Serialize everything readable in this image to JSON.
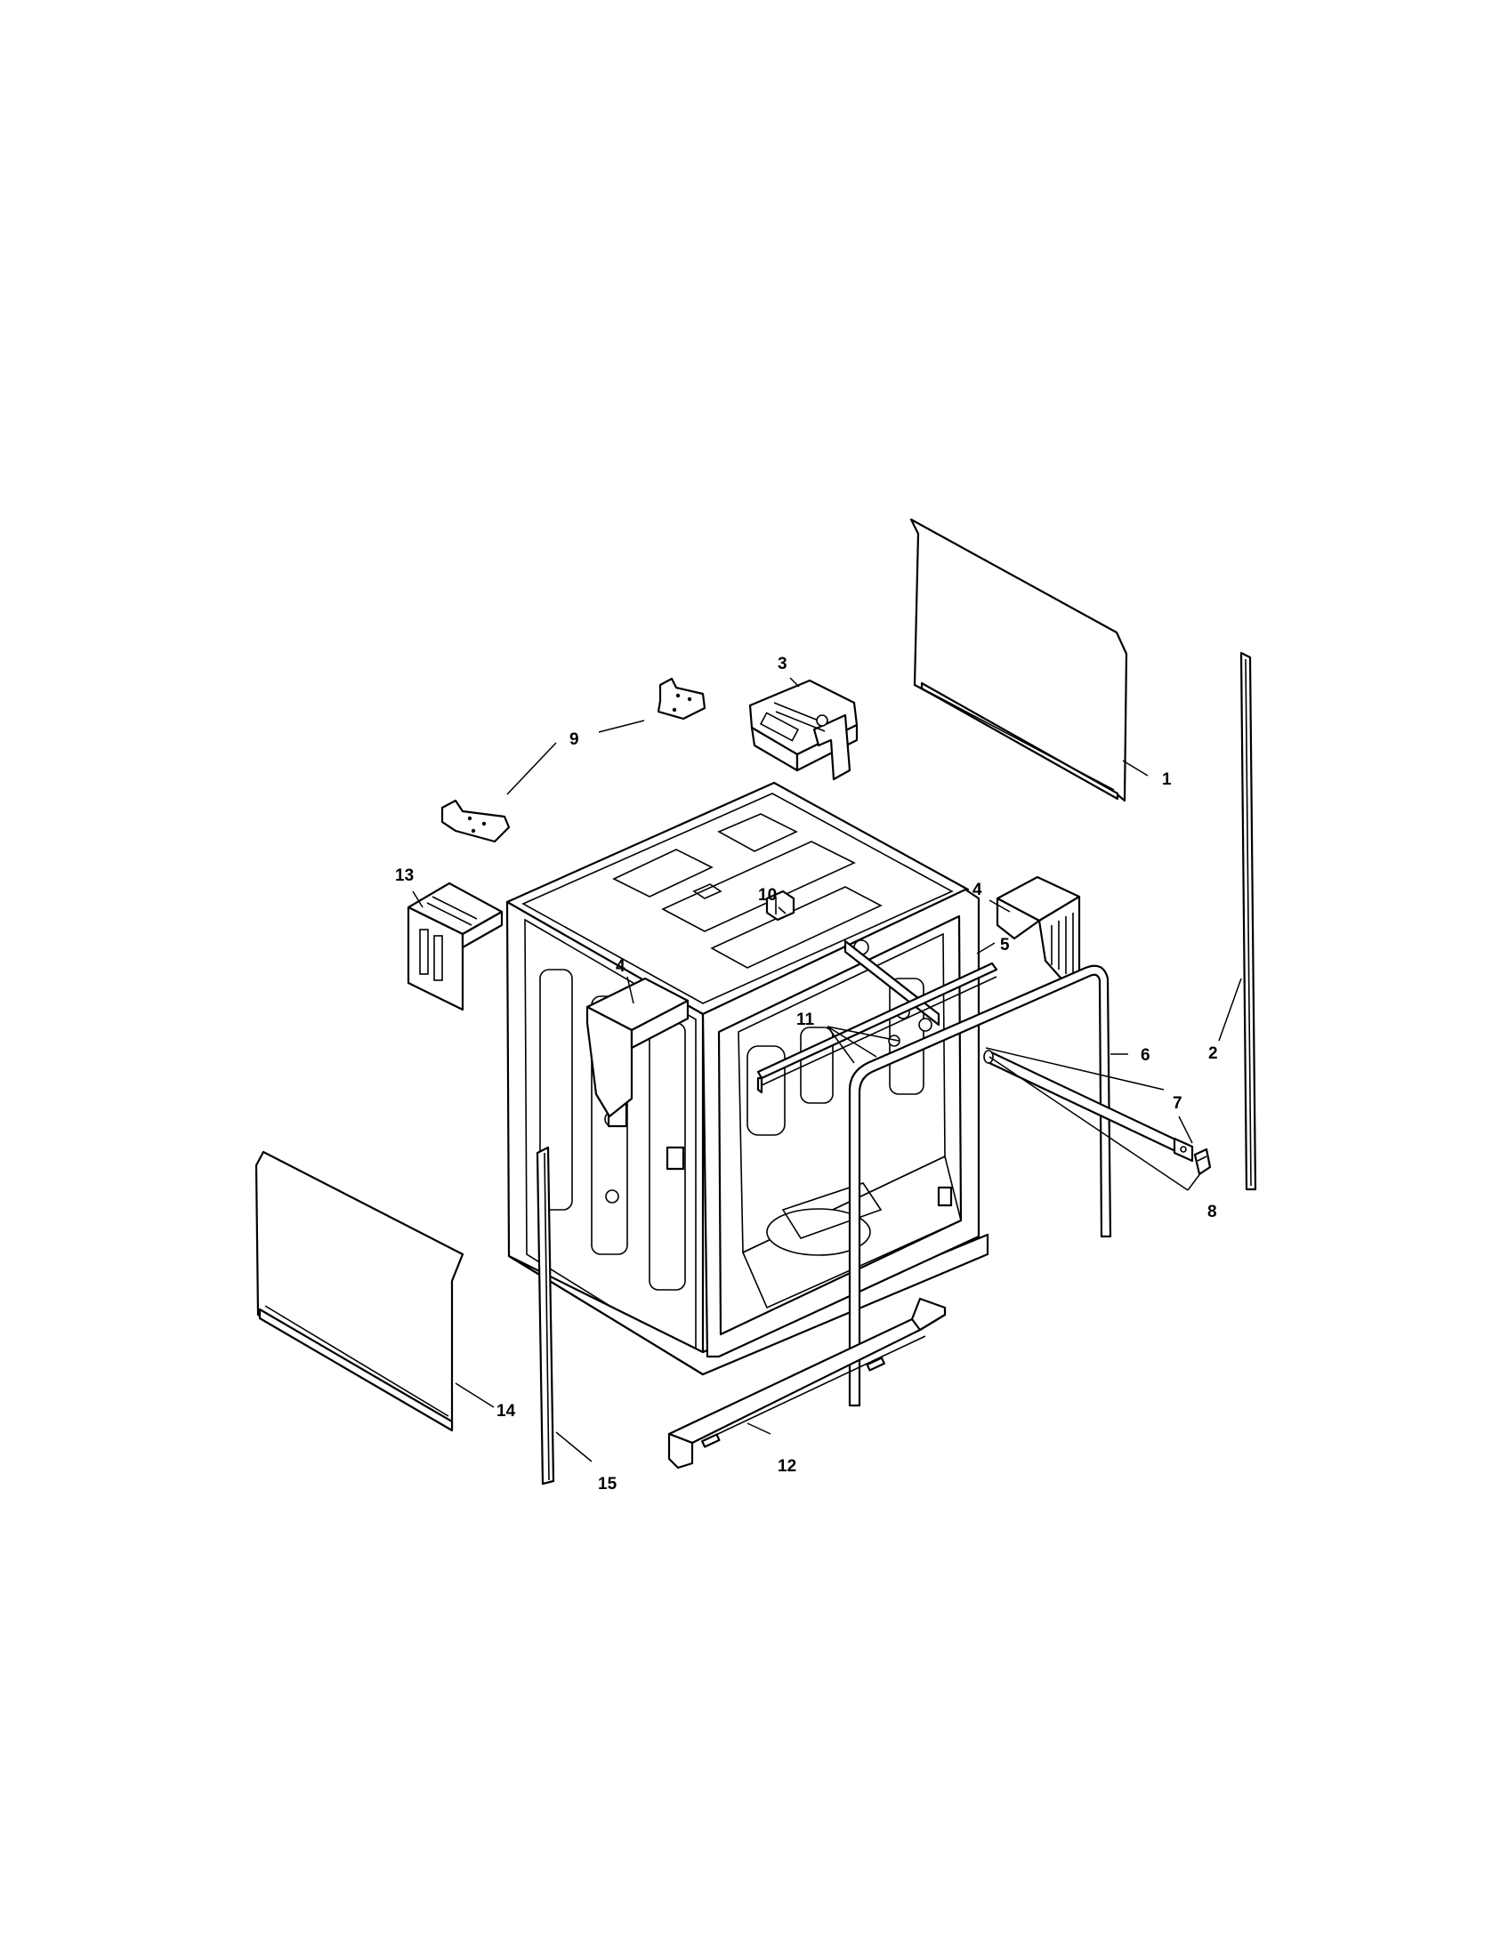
{
  "diagram": {
    "colors": {
      "line": "#000000",
      "background": "#ffffff"
    },
    "callouts": {
      "c1": "1",
      "c2": "2",
      "c3": "3",
      "c4a": "4",
      "c4b": "4",
      "c5": "5",
      "c6": "6",
      "c7": "7",
      "c8": "8",
      "c9": "9",
      "c10": "10",
      "c11": "11",
      "c12": "12",
      "c13": "13",
      "c14": "14",
      "c15": "15"
    }
  }
}
